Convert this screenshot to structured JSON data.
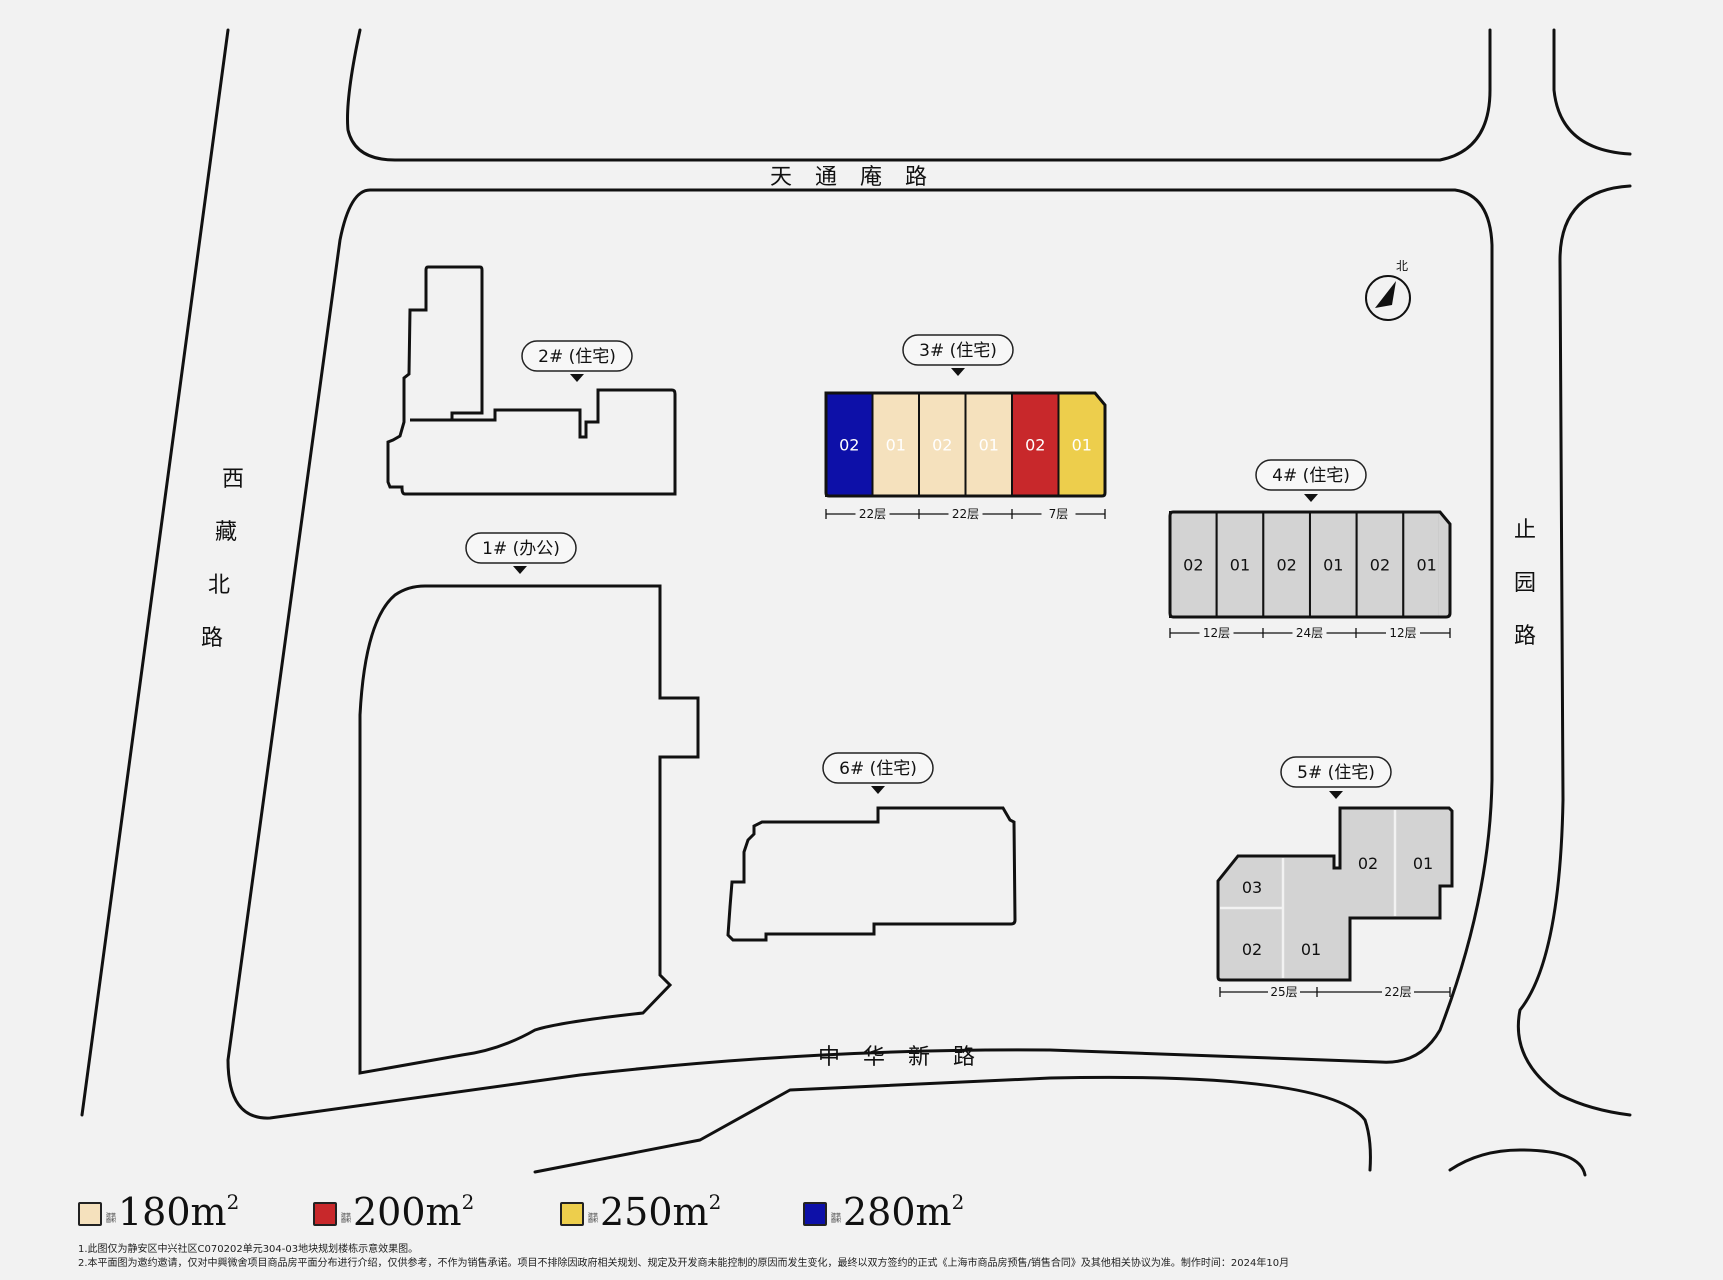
{
  "roads": {
    "north": "天 通 庵 路",
    "south": "中 华 新 路",
    "west": [
      "西",
      "藏",
      "北",
      "路"
    ],
    "east": [
      "止",
      "园",
      "路"
    ]
  },
  "north_arrow_label": "北",
  "buildings": {
    "b1": {
      "label": "1# (办公)"
    },
    "b2": {
      "label": "2# (住宅)"
    },
    "b3": {
      "label": "3# (住宅)",
      "units": [
        "02",
        "01",
        "02",
        "01",
        "02",
        "01"
      ],
      "unit_colors": [
        "#0d10a8",
        "#f5e1bd",
        "#f5e1bd",
        "#f5e1bd",
        "#c8282b",
        "#edce4c"
      ],
      "unit_text_colors": [
        "#ffffff",
        "#ffffff",
        "#ffffff",
        "#ffffff",
        "#ffffff",
        "#ffffff"
      ],
      "floors": [
        "22层",
        "22层",
        "7层"
      ]
    },
    "b4": {
      "label": "4# (住宅)",
      "units": [
        "02",
        "01",
        "02",
        "01",
        "02",
        "01"
      ],
      "fill": "#d3d3d3",
      "floors": [
        "12层",
        "24层",
        "12层"
      ]
    },
    "b5": {
      "label": "5# (住宅)",
      "units": [
        "03",
        "02",
        "01",
        "02",
        "01"
      ],
      "fill": "#d3d3d3",
      "floors": [
        "25层",
        "22层"
      ]
    },
    "b6": {
      "label": "6# (住宅)"
    }
  },
  "legend": [
    {
      "area": "180m",
      "sup": "2",
      "color": "#f5e1bd",
      "small": "建筑面积"
    },
    {
      "area": "200m",
      "sup": "2",
      "color": "#c8282b",
      "small": "建筑面积"
    },
    {
      "area": "250m",
      "sup": "2",
      "color": "#edce4c",
      "small": "建筑面积"
    },
    {
      "area": "280m",
      "sup": "2",
      "color": "#0d10a8",
      "small": "建筑面积"
    }
  ],
  "notes": [
    "1.此图仅为静安区中兴社区C070202单元304-03地块规划楼栋示意效果图。",
    "2.本平面图为邀约邀请，仅对中興微舍项目商品房平面分布进行介绍，仅供参考，不作为销售承诺。项目不排除因政府相关规划、规定及开发商未能控制的原因而发生变化，最终以双方签约的正式《上海市商品房预售/销售合同》及其他相关协议为准。制作时间：2024年10月"
  ]
}
